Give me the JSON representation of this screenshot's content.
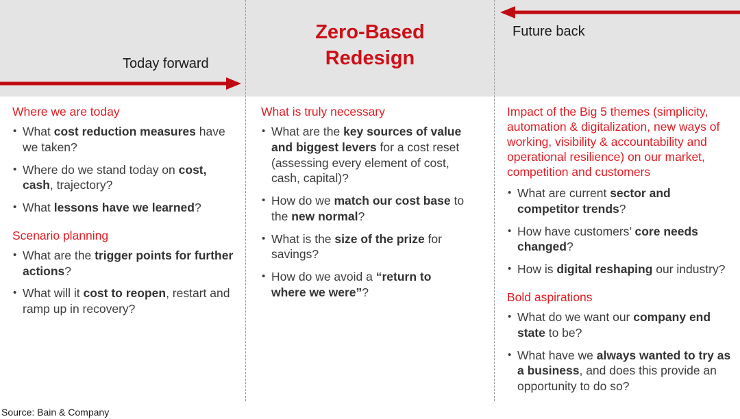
{
  "header": {
    "title_line1": "Zero-Based",
    "title_line2": "Redesign",
    "left_arrow_label": "Today forward",
    "right_arrow_label": "Future back",
    "band_color": "#e4e4e4",
    "arrow_color": "#c00a12",
    "title_color": "#cc1017"
  },
  "theme": {
    "heading_red": "#e11b22",
    "body_gray": "#3c3c3c",
    "divider_color": "#9a9a9a"
  },
  "columns": {
    "left": {
      "sections": [
        {
          "heading": "Where we are today",
          "bullets": [
            [
              {
                "t": "What ",
                "b": false
              },
              {
                "t": "cost reduction measures",
                "b": true
              },
              {
                "t": " have we taken?",
                "b": false
              }
            ],
            [
              {
                "t": "Where do we stand today on ",
                "b": false
              },
              {
                "t": "cost, cash",
                "b": true
              },
              {
                "t": ", trajectory?",
                "b": false
              }
            ],
            [
              {
                "t": "What ",
                "b": false
              },
              {
                "t": "lessons have we learned",
                "b": true
              },
              {
                "t": "?",
                "b": false
              }
            ]
          ]
        },
        {
          "heading": "Scenario planning",
          "bullets": [
            [
              {
                "t": "What are the ",
                "b": false
              },
              {
                "t": "trigger points for further actions",
                "b": true
              },
              {
                "t": "?",
                "b": false
              }
            ],
            [
              {
                "t": "What will it ",
                "b": false
              },
              {
                "t": "cost to reopen",
                "b": true
              },
              {
                "t": ", restart and ramp up in recovery?",
                "b": false
              }
            ]
          ]
        }
      ]
    },
    "middle": {
      "sections": [
        {
          "heading": "What is truly necessary",
          "bullets": [
            [
              {
                "t": "What are the ",
                "b": false
              },
              {
                "t": "key sources of value and biggest levers",
                "b": true
              },
              {
                "t": " for a cost reset (assessing every element of cost, cash, capital)?",
                "b": false
              }
            ],
            [
              {
                "t": "How do we ",
                "b": false
              },
              {
                "t": "match our cost base",
                "b": true
              },
              {
                "t": " to the ",
                "b": false
              },
              {
                "t": "new normal",
                "b": true
              },
              {
                "t": "?",
                "b": false
              }
            ],
            [
              {
                "t": "What is the ",
                "b": false
              },
              {
                "t": "size of the prize",
                "b": true
              },
              {
                "t": " for savings?",
                "b": false
              }
            ],
            [
              {
                "t": "How do we avoid a ",
                "b": false
              },
              {
                "t": "“return to where we were”",
                "b": true
              },
              {
                "t": "?",
                "b": false
              }
            ]
          ]
        }
      ]
    },
    "right": {
      "sections": [
        {
          "heading": "Impact of the Big 5 themes (simplicity, automation & digitalization, new ways of working, visibility & accountability and operational resilience) on our market, competition and customers",
          "bullets": [
            [
              {
                "t": "What are current ",
                "b": false
              },
              {
                "t": "sector and competitor trends",
                "b": true
              },
              {
                "t": "?",
                "b": false
              }
            ],
            [
              {
                "t": "How have customers’ ",
                "b": false
              },
              {
                "t": "core needs changed",
                "b": true
              },
              {
                "t": "?",
                "b": false
              }
            ],
            [
              {
                "t": "How is ",
                "b": false
              },
              {
                "t": "digital reshaping",
                "b": true
              },
              {
                "t": " our industry?",
                "b": false
              }
            ]
          ]
        },
        {
          "heading": "Bold aspirations",
          "bullets": [
            [
              {
                "t": "What do we want our ",
                "b": false
              },
              {
                "t": "company end state",
                "b": true
              },
              {
                "t": " to be?",
                "b": false
              }
            ],
            [
              {
                "t": "What have we ",
                "b": false
              },
              {
                "t": "always wanted to try as a business",
                "b": true
              },
              {
                "t": ", and does this provide an opportunity to do so?",
                "b": false
              }
            ]
          ]
        }
      ]
    }
  },
  "footer": {
    "source": "Source: Bain & Company"
  }
}
